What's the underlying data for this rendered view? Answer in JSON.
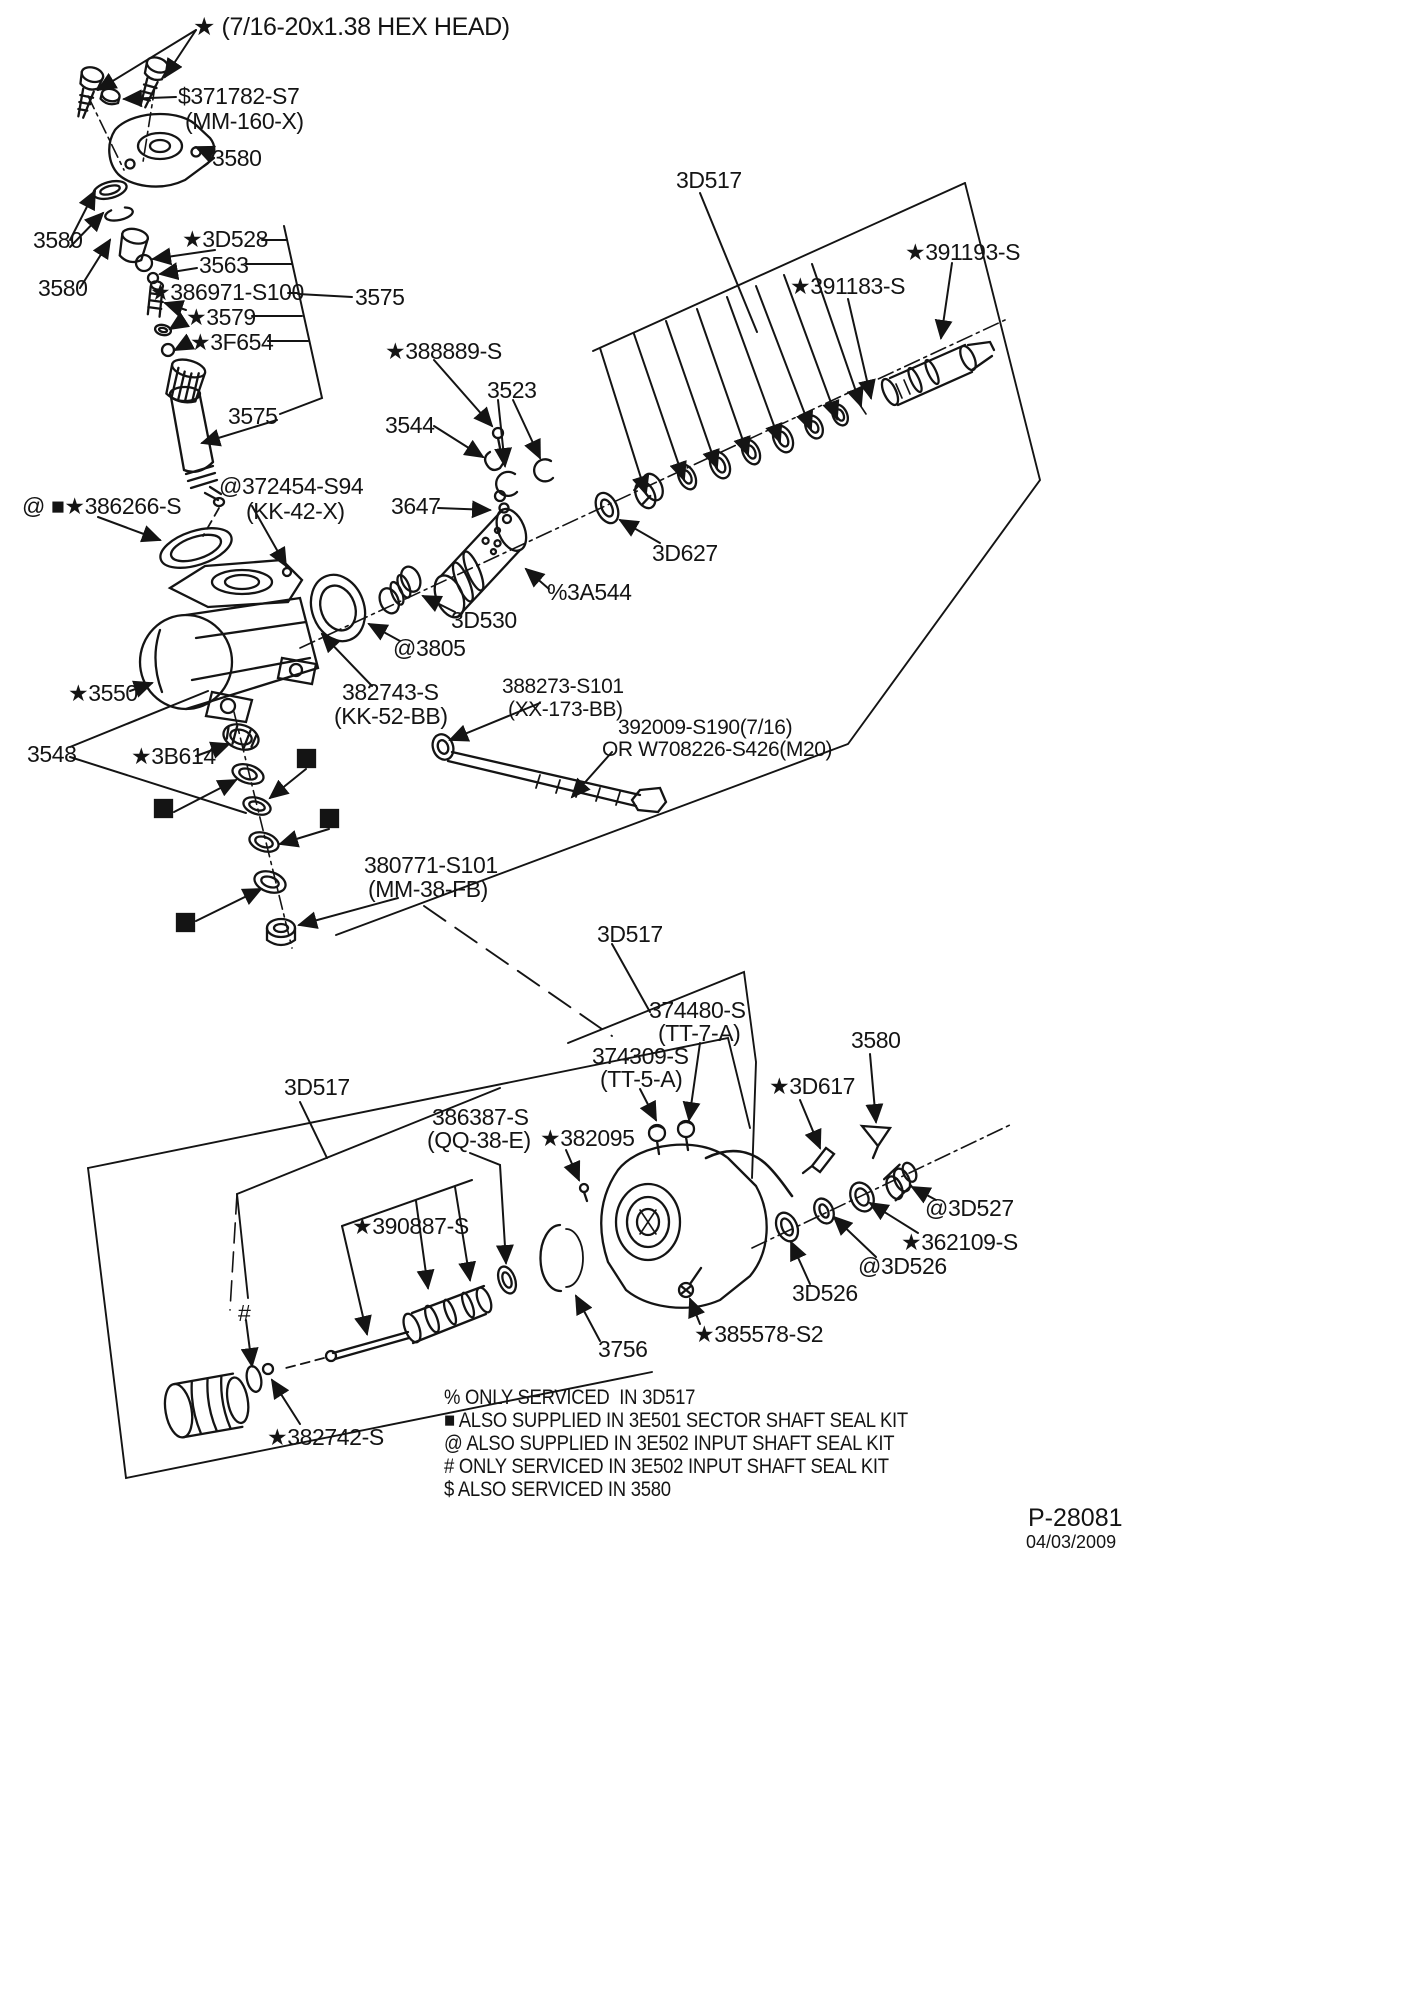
{
  "title_note": "Steering gear exploded parts diagram",
  "labels": [
    {
      "text": "★ (7/16-20x1.38 HEX HEAD)"
    },
    {
      "text": "$371782-S7"
    },
    {
      "text": "(MM-160-X)"
    },
    {
      "text": "3580"
    },
    {
      "text": "3580"
    },
    {
      "text": "3580"
    },
    {
      "text": "★3D528"
    },
    {
      "text": "3563"
    },
    {
      "text": "★386971-S100"
    },
    {
      "text": "3575"
    },
    {
      "text": "★3579"
    },
    {
      "text": "★3F654"
    },
    {
      "text": "3575"
    },
    {
      "text": "★388889-S"
    },
    {
      "text": "3523"
    },
    {
      "text": "3544"
    },
    {
      "text": "3647"
    },
    {
      "text": "3D517"
    },
    {
      "text": "★391193-S"
    },
    {
      "text": "★391183-S"
    },
    {
      "text": "3D627"
    },
    {
      "text": "@372454-S94"
    },
    {
      "text": "(KK-42-X)"
    },
    {
      "text": "@ ■★386266-S"
    },
    {
      "text": "%3A544"
    },
    {
      "text": "3D530"
    },
    {
      "text": "@3805"
    },
    {
      "text": "★3550"
    },
    {
      "text": "3548"
    },
    {
      "text": "★3B614"
    },
    {
      "text": "382743-S"
    },
    {
      "text": "(KK-52-BB)"
    },
    {
      "text": "388273-S101"
    },
    {
      "text": "(XX-173-BB)"
    },
    {
      "text": "392009-S190(7/16)"
    },
    {
      "text": "OR W708226-S426(M20)"
    },
    {
      "text": "380771-S101"
    },
    {
      "text": "(MM-38-FB)"
    },
    {
      "text": "3D517"
    },
    {
      "text": "374480-S"
    },
    {
      "text": "(TT-7-A)"
    },
    {
      "text": "374309-S"
    },
    {
      "text": "(TT-5-A)"
    },
    {
      "text": "3580"
    },
    {
      "text": "★3D617"
    },
    {
      "text": "★382095"
    },
    {
      "text": "3D517"
    },
    {
      "text": "386387-S"
    },
    {
      "text": "(QQ-38-E)"
    },
    {
      "text": "★390887-S"
    },
    {
      "text": "#"
    },
    {
      "text": "3756"
    },
    {
      "text": "★385578-S2"
    },
    {
      "text": "@3D527"
    },
    {
      "text": "★362109-S"
    },
    {
      "text": "@3D526"
    },
    {
      "text": "3D526"
    },
    {
      "text": "★382742-S"
    }
  ],
  "legend": {
    "items": [
      "% ONLY SERVICED  IN 3D517",
      "■ ALSO SUPPLIED IN 3E501 SECTOR SHAFT SEAL KIT",
      "@ ALSO SUPPLIED IN 3E502 INPUT SHAFT SEAL KIT",
      "# ONLY SERVICED IN 3E502 INPUT SHAFT SEAL KIT",
      "$ ALSO SERVICED IN 3580"
    ]
  },
  "footer": {
    "number": "P-28081",
    "date": "04/03/2009"
  },
  "colors": {
    "ink": "#141414",
    "paper": "#ffffff"
  }
}
